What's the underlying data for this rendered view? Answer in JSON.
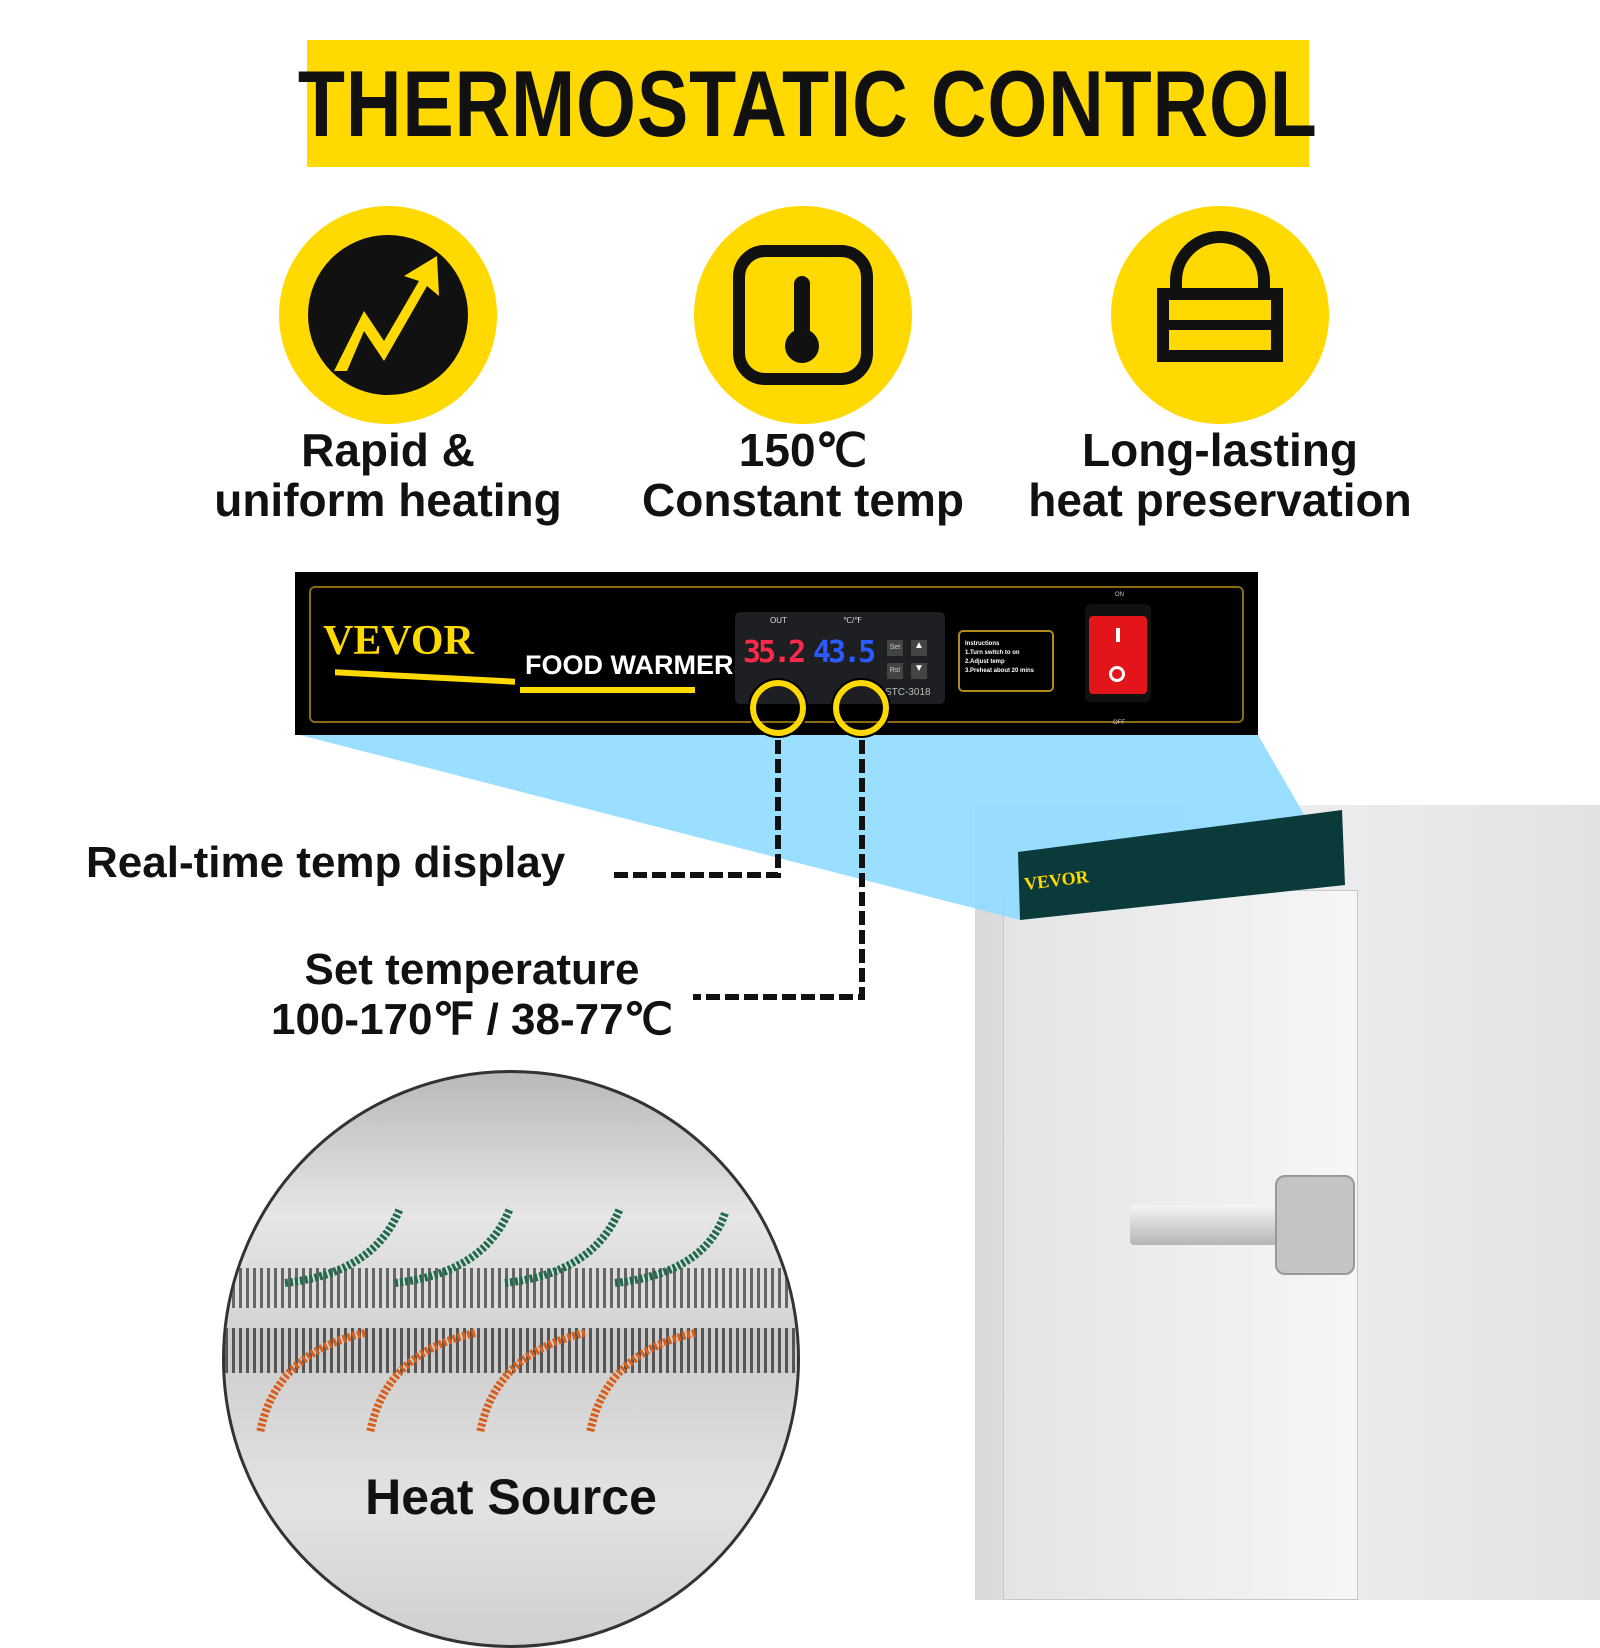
{
  "title": "THERMOSTATIC CONTROL",
  "features": [
    {
      "icon": "rising-arrow-icon",
      "line1": "Rapid &",
      "line2": "uniform heating"
    },
    {
      "icon": "thermometer-icon",
      "line1": "150℃",
      "line2": "Constant temp"
    },
    {
      "icon": "lock-icon",
      "line1": "Long-lasting",
      "line2": "heat preservation"
    }
  ],
  "panel": {
    "brand": "VEVOR",
    "product": "FOOD WARMER",
    "out_label": "OUT",
    "unit_label": "℃/℉",
    "current_temp": "35.2",
    "set_temp": "43.5",
    "model": "STC-3018",
    "btn_set": "Set",
    "btn_rst": "Rst",
    "instructions_title": "Instructions",
    "instructions": [
      "1.Turn switch to on",
      "2.Adjust temp",
      "3.Preheat about 20 mins"
    ],
    "switch_on": "ON",
    "switch_off": "OFF"
  },
  "callouts": {
    "realtime": "Real-time temp display",
    "set_line1": "Set temperature",
    "set_line2": "100-170℉ / 38-77℃"
  },
  "heat_source": "Heat Source",
  "colors": {
    "accent": "#FFD900",
    "projection": "#8fdcff",
    "red_display": "#ff2a4a",
    "blue_display": "#2a5bff"
  }
}
